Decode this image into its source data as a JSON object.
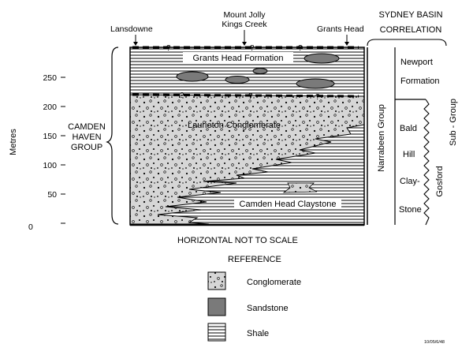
{
  "locations": {
    "lansdowne": "Lansdowne",
    "mount_jolly": "Mount Jolly",
    "kings_creek": "Kings Creek",
    "grants_head": "Grants Head"
  },
  "correlation": {
    "title_line1": "SYDNEY BASIN",
    "title_line2": "CORRELATION",
    "narrabeen": "Narrabeen Group",
    "newport_line1": "Newport",
    "newport_line2": "Formation",
    "bald": "Bald",
    "hill": "Hill",
    "clay": "Clay-",
    "stone": "Stone",
    "gosford": "Gosford",
    "subgroup": "Sub - Group"
  },
  "axis": {
    "label": "Metres",
    "ticks": [
      "250",
      "200",
      "150",
      "100",
      "50",
      "0"
    ]
  },
  "group_label": [
    "CAMDEN",
    "HAVEN",
    "GROUP"
  ],
  "formations": {
    "grants_head": "Grants Head Formation",
    "laurieton": "Laurieton Conglomerate",
    "camden_head": "Camden Head Claystone"
  },
  "uncertain_mark": "?",
  "scale_note": "HORIZONTAL NOT TO SCALE",
  "legend": {
    "title": "REFERENCE",
    "items": [
      {
        "label": "Conglomerate"
      },
      {
        "label": "Sandstone"
      },
      {
        "label": "Shale"
      }
    ]
  },
  "figure_code": "10/05/6/48"
}
